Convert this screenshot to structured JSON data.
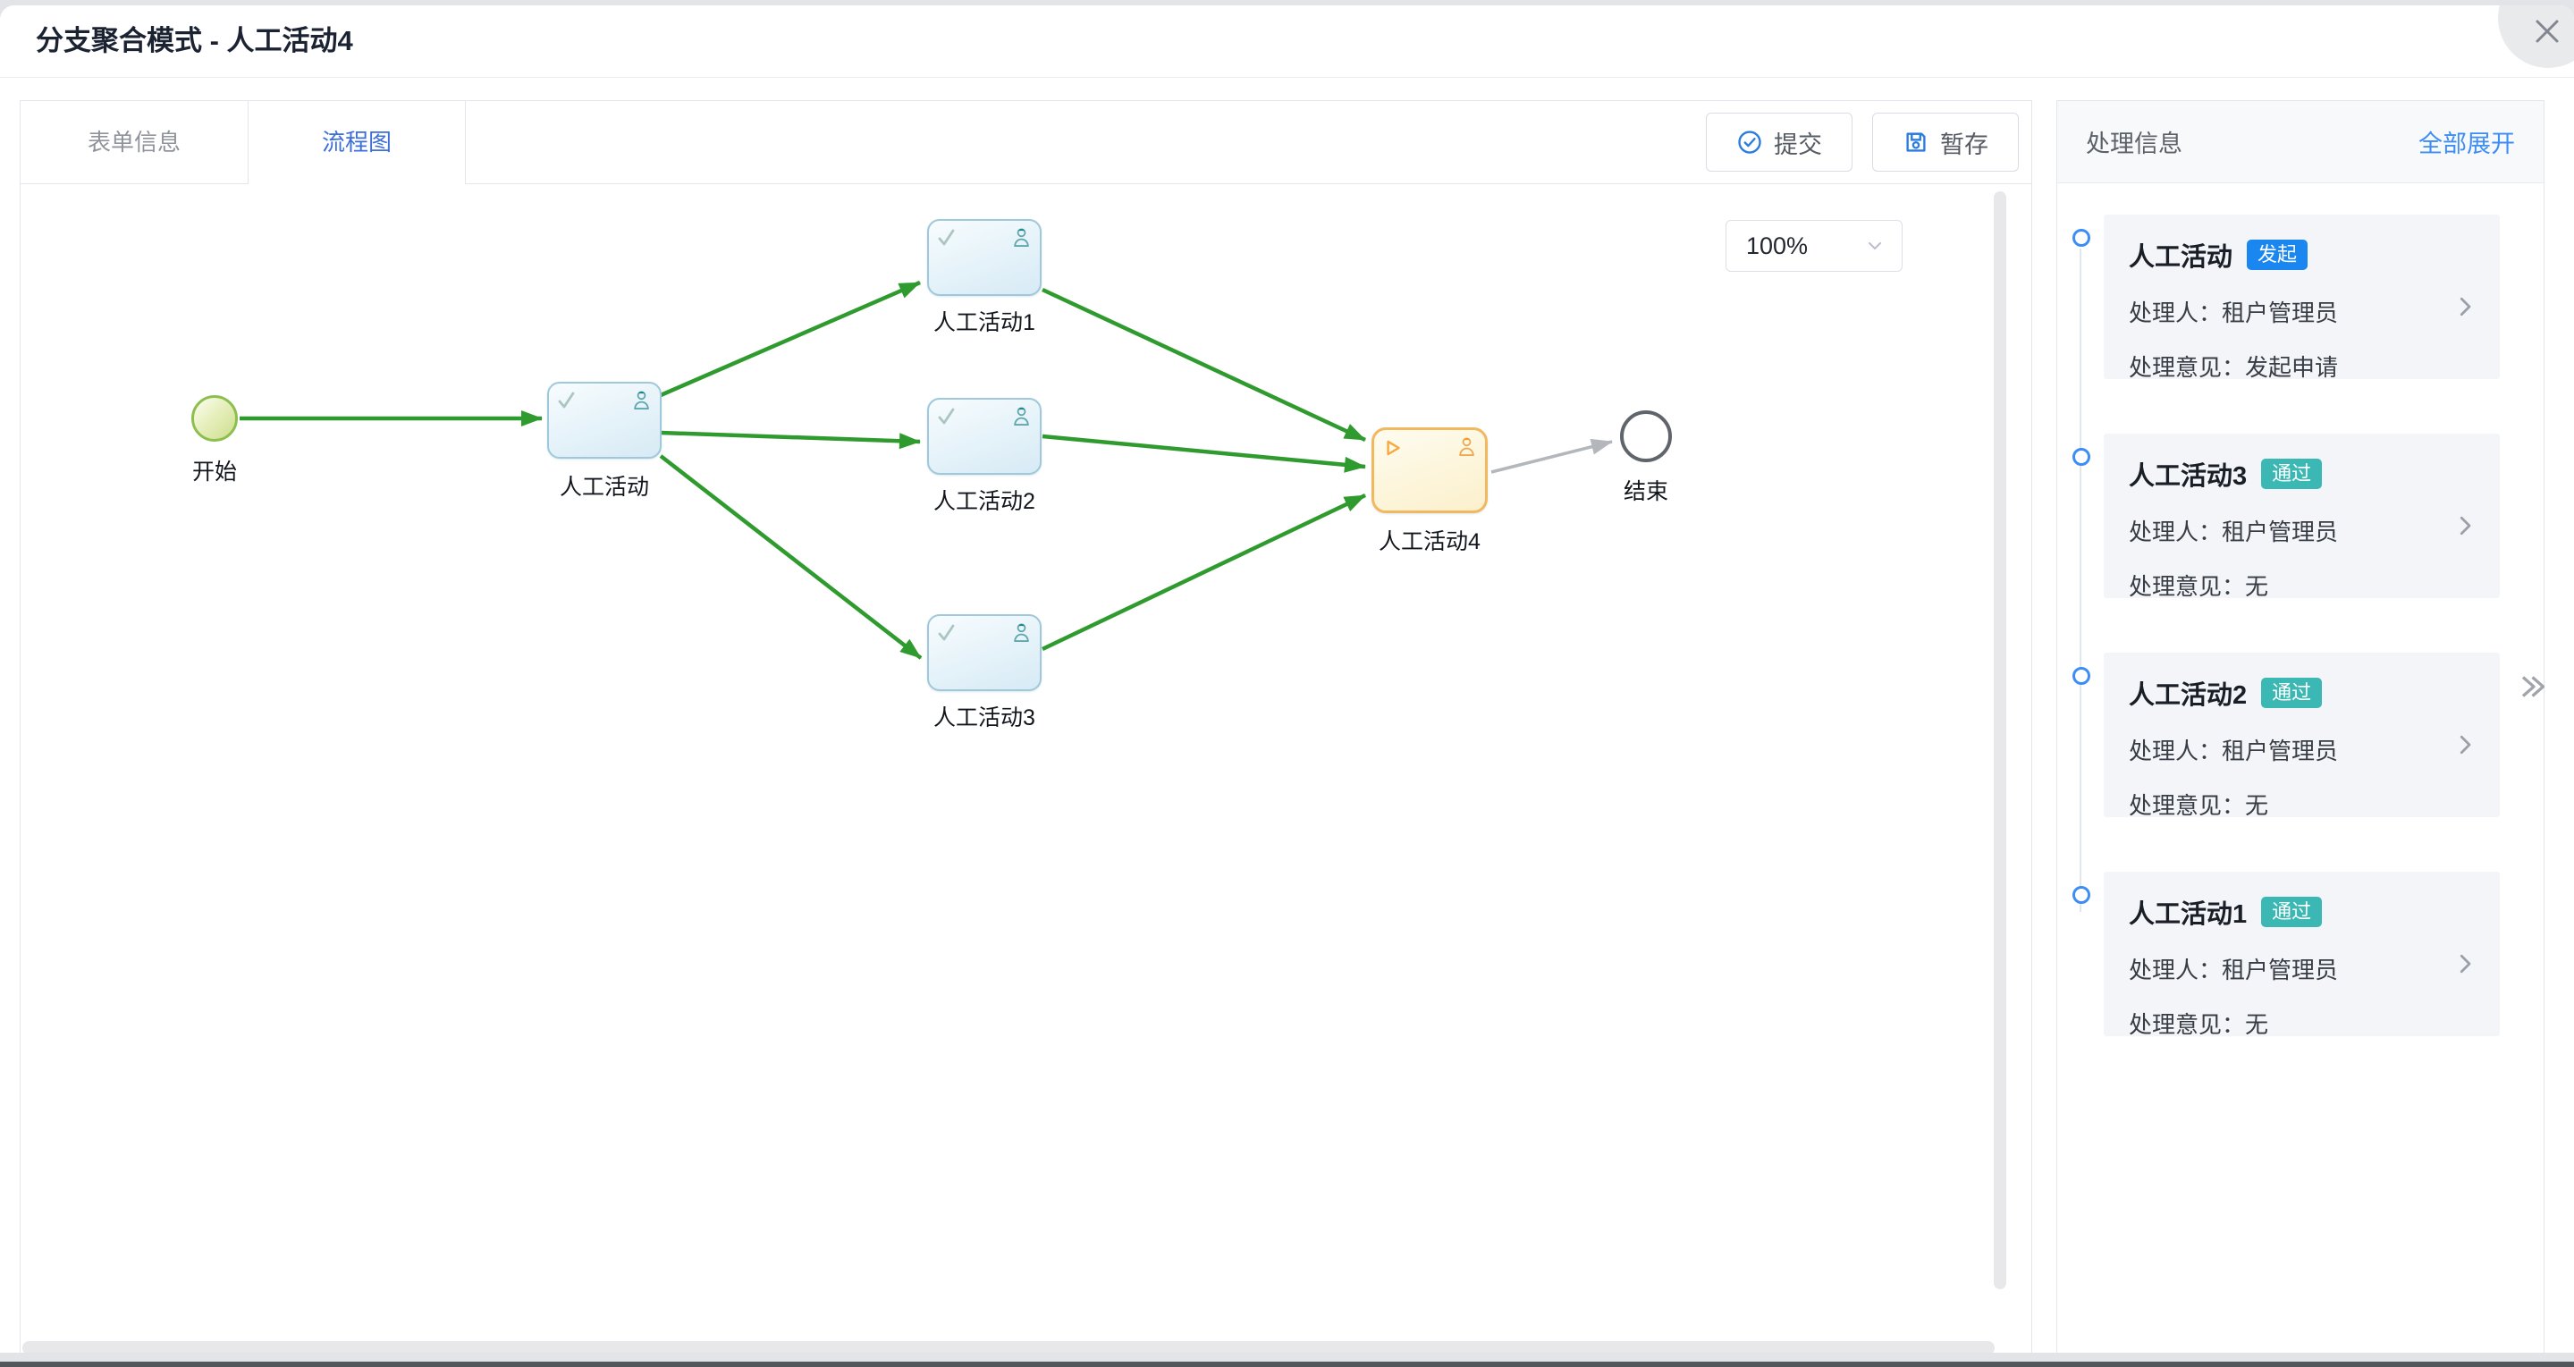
{
  "window": {
    "title": "分支聚合模式 - 人工活动4"
  },
  "tabs": [
    {
      "label": "表单信息",
      "active": false
    },
    {
      "label": "流程图",
      "active": true
    }
  ],
  "toolbar": {
    "submit_label": "提交",
    "save_label": "暂存"
  },
  "canvas": {
    "zoom_value": "100%"
  },
  "diagram": {
    "colors": {
      "passed": "#2f9b2f",
      "pending": "#b3b6ba",
      "node_border": "#9fc8db",
      "active_node_border": "#f1b860"
    },
    "nodes": [
      {
        "id": "start",
        "label": "开始",
        "type": "start-event",
        "status": "completed"
      },
      {
        "id": "task0",
        "label": "人工活动",
        "type": "user-task",
        "status": "completed"
      },
      {
        "id": "task1",
        "label": "人工活动1",
        "type": "user-task",
        "status": "completed"
      },
      {
        "id": "task2",
        "label": "人工活动2",
        "type": "user-task",
        "status": "completed"
      },
      {
        "id": "task3",
        "label": "人工活动3",
        "type": "user-task",
        "status": "completed"
      },
      {
        "id": "task4",
        "label": "人工活动4",
        "type": "user-task",
        "status": "active"
      },
      {
        "id": "end",
        "label": "结束",
        "type": "end-event",
        "status": "pending"
      }
    ],
    "edges": [
      {
        "from": "开始",
        "to": "人工活动",
        "state": "passed"
      },
      {
        "from": "人工活动",
        "to": "人工活动1",
        "state": "passed"
      },
      {
        "from": "人工活动",
        "to": "人工活动2",
        "state": "passed"
      },
      {
        "from": "人工活动",
        "to": "人工活动3",
        "state": "passed"
      },
      {
        "from": "人工活动1",
        "to": "人工活动4",
        "state": "passed"
      },
      {
        "from": "人工活动2",
        "to": "人工活动4",
        "state": "passed"
      },
      {
        "from": "人工活动3",
        "to": "人工活动4",
        "state": "passed"
      },
      {
        "from": "人工活动4",
        "to": "结束",
        "state": "pending"
      }
    ]
  },
  "panel": {
    "title": "处理信息",
    "expand_all": "全部展开",
    "cards": [
      {
        "title": "人工活动",
        "badge": "发起",
        "badge_bg": "#1a86f0",
        "handler_label": "处理人：",
        "handler": "租户管理员",
        "opinion_label": "处理意见：",
        "opinion": "发起申请"
      },
      {
        "title": "人工活动3",
        "badge": "通过",
        "badge_bg": "#3bb8b4",
        "handler_label": "处理人：",
        "handler": "租户管理员",
        "opinion_label": "处理意见：",
        "opinion": "无"
      },
      {
        "title": "人工活动2",
        "badge": "通过",
        "badge_bg": "#3bb8b4",
        "handler_label": "处理人：",
        "handler": "租户管理员",
        "opinion_label": "处理意见：",
        "opinion": "无"
      },
      {
        "title": "人工活动1",
        "badge": "通过",
        "badge_bg": "#3bb8b4",
        "handler_label": "处理人：",
        "handler": "租户管理员",
        "opinion_label": "处理意见：",
        "opinion": "无"
      }
    ]
  }
}
